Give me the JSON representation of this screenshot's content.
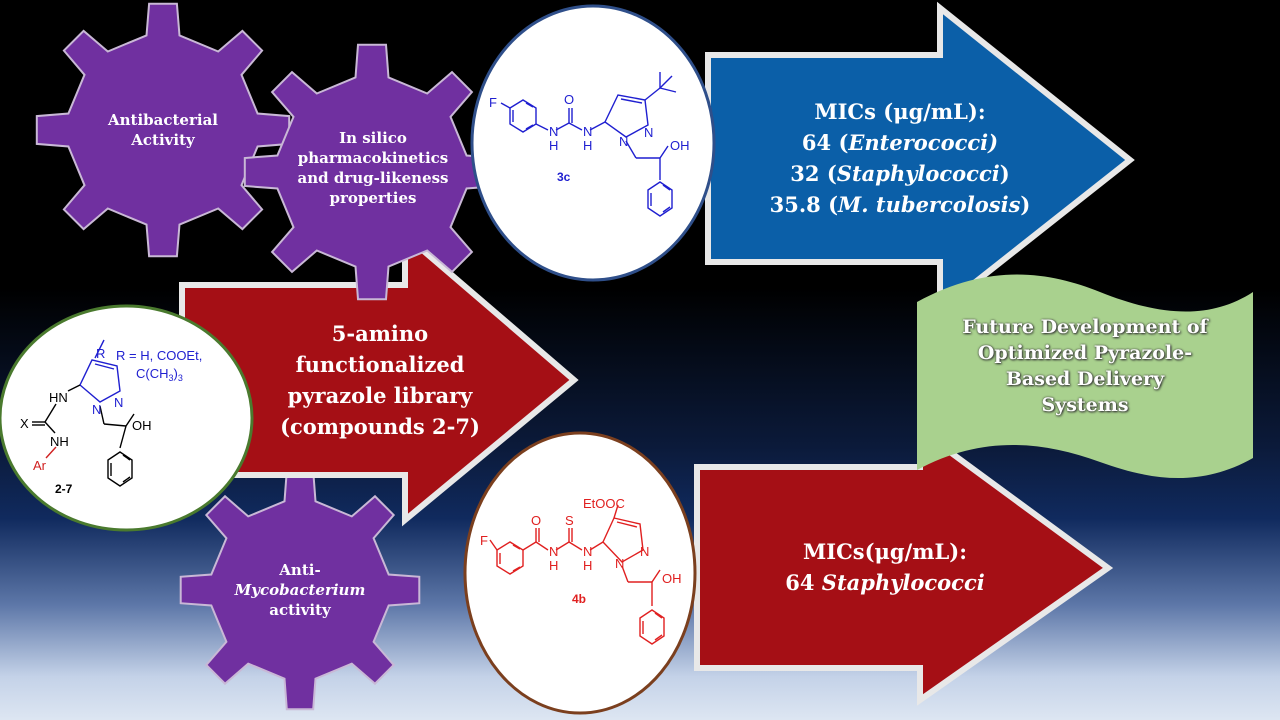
{
  "gears": {
    "antibacterial": "Antibacterial Activity",
    "insilico": "In silico pharmacokinetics and drug-likeness properties",
    "antimyco": {
      "line1": "Anti-",
      "line2": "Mycobacterium",
      "line3": "activity"
    }
  },
  "library_arrow": {
    "line1": "5-amino",
    "line2": "functionalized",
    "line3": "pyrazole library",
    "line4": "(compounds 2-7)"
  },
  "blue_arrow": {
    "line1": "MICs (μg/mL):",
    "line2a": "64 (",
    "line2b": "Enterococci)",
    "line3a": "32 (",
    "line3b": "Staphylococci",
    "line3c": ")",
    "line4a": "35.8 (",
    "line4b": "M. tubercolosis",
    "line4c": ")"
  },
  "red_arrow": {
    "line1": "MICs(μg/mL):",
    "line2a": "64 ",
    "line2b": "Staphylococci"
  },
  "banner": {
    "line1": "Future Development of",
    "line2": "Optimized Pyrazole-",
    "line3": "Based Delivery",
    "line4": "Systems"
  },
  "molecules": {
    "m3c": {
      "id": "3c",
      "F": "F",
      "H1": "H",
      "N1": "N",
      "H2": "H",
      "N2": "N",
      "O": "O",
      "N3": "N",
      "N4": "N",
      "OH": "OH"
    },
    "m27": {
      "id": "2-7",
      "R": "R",
      "rdef1": "R = H, COOEt,",
      "rdef2": "C(CH3)3",
      "HN1": "HN",
      "X": "X",
      "NH": "NH",
      "Ar": "Ar",
      "N1": "N",
      "N2": "N",
      "OH": "OH"
    },
    "m4b": {
      "id": "4b",
      "F": "F",
      "O": "O",
      "S": "S",
      "EtOOC": "EtOOC",
      "N1": "N",
      "H1": "H",
      "N2": "N",
      "H2": "H",
      "N3": "N",
      "N4": "N",
      "OH": "OH"
    }
  },
  "colors": {
    "purple": "#7030a0",
    "blue": "#0b5fa8",
    "red": "#a50f15",
    "green": "#a9d18e",
    "ink_3c": "#1f1fd0",
    "ink_4b": "#e02020"
  }
}
